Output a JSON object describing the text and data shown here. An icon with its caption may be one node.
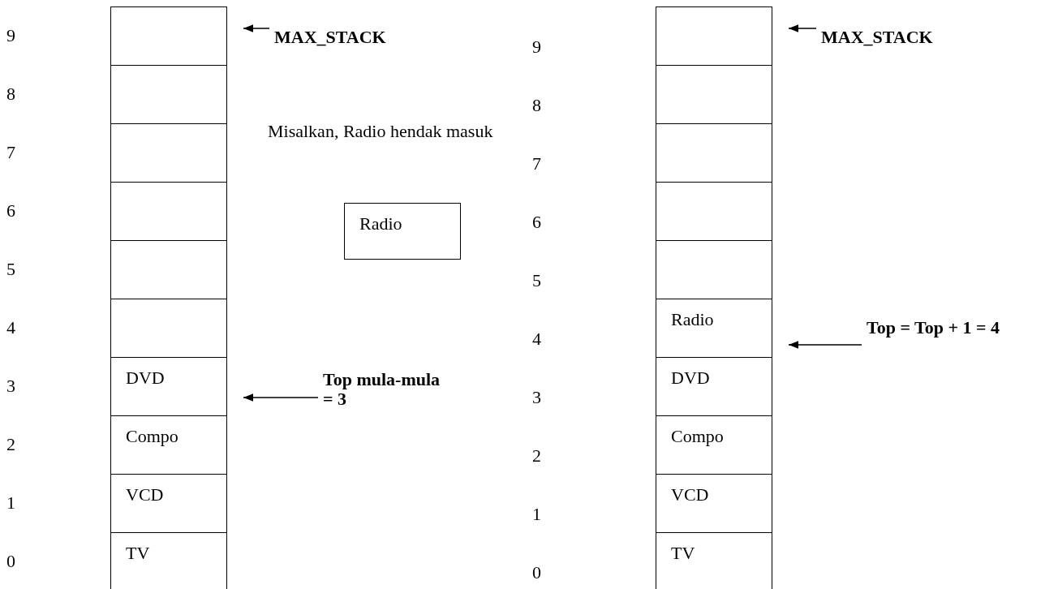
{
  "diagram": {
    "nodes": [
      {
        "text": [],
        "shape": "box"
      },
      {
        "text": [],
        "shape": "box"
      },
      {
        "text": [],
        "shape": "box"
      },
      {
        "text": [],
        "shape": "box"
      },
      {
        "text": [],
        "shape": "box"
      },
      {
        "text": [],
        "shape": "box"
      },
      {
        "text": [
          "DVD"
        ]
      },
      {
        "text": [
          "Compo"
        ]
      },
      {
        "text": [
          "VCD"
        ]
      },
      {
        "text": [
          "TV"
        ]
      },
      {
        "text": [
          "MAX_STACK"
        ]
      },
      {
        "text": [
          "Top mula-mula = 3"
        ]
      },
      {
        "text": [
          "Radio"
        ]
      },
      {
        "text": [],
        "shape": "box"
      },
      {
        "text": [],
        "shape": "box"
      },
      {
        "text": [],
        "shape": "box"
      },
      {
        "text": [],
        "shape": "box"
      },
      {
        "text": [],
        "shape": "box"
      },
      {
        "text": [
          "Radio"
        ]
      },
      {
        "text": [
          "DVD"
        ]
      },
      {
        "text": [
          "Compo"
        ]
      },
      {
        "text": [
          "VCD"
        ]
      },
      {
        "text": [
          "TV"
        ]
      },
      {
        "text": [
          "MAX_STACK"
        ]
      },
      {
        "text": [
          "Top = Top + 1 = 4"
        ]
      }
    ],
    "edges": [
      {
        "from": 10,
        "to": 0,
        "arrow": "to"
      },
      {
        "from": 11,
        "to": 6,
        "arrow": "to"
      },
      {
        "from": 23,
        "to": 13,
        "arrow": "to"
      },
      {
        "from": 24,
        "to": 18,
        "arrow": "to"
      }
    ],
    "labels": [
      "9",
      "8",
      "7",
      "6",
      "5",
      "4",
      "3",
      "2",
      "1",
      "0",
      "Misalkan, Radio hendak masuk",
      "9",
      "8",
      "7",
      "6",
      "5",
      "4",
      "3",
      "2",
      "1",
      "0"
    ]
  }
}
